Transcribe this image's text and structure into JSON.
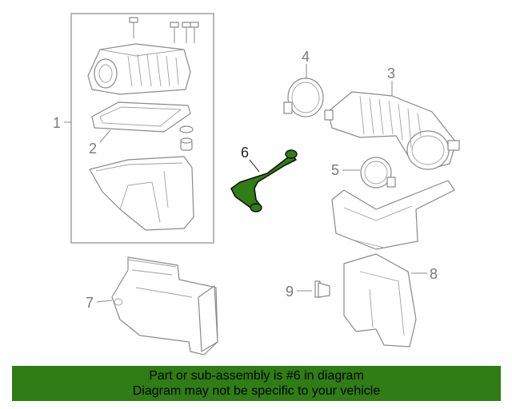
{
  "callouts": {
    "c1": "1",
    "c2": "2",
    "c3": "3",
    "c4": "4",
    "c5": "5",
    "c6": "6",
    "c7": "7",
    "c8": "8",
    "c9": "9"
  },
  "highlight_color": "#2f7d14",
  "highlighted_part": "6",
  "banner": {
    "line1": "Part or sub-assembly is #6 in diagram",
    "line2": "Diagram may not be specific to your vehicle"
  }
}
